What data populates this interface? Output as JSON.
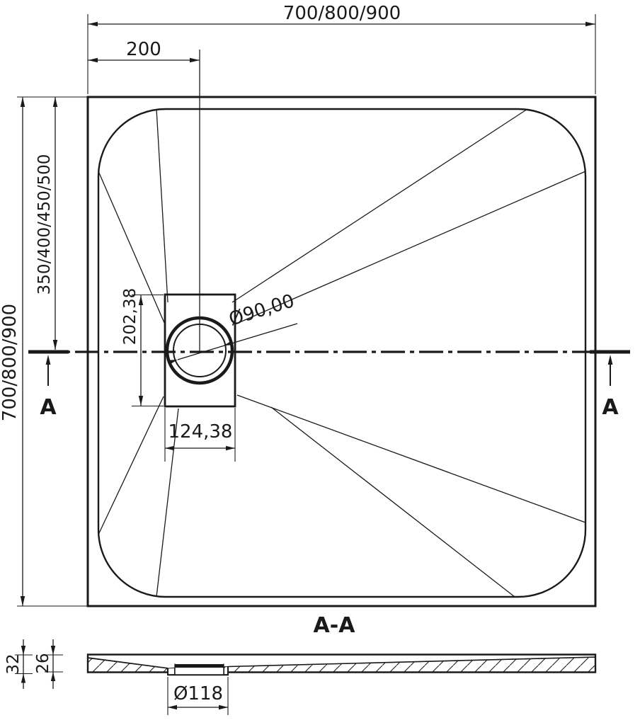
{
  "drawing": {
    "plan": {
      "dim_width_top": "700/800/900",
      "dim_drain_offset_x": "200",
      "dim_height_left": "700/800/900",
      "dim_drain_offset_y": "350/400/450/500",
      "dim_drain_box_height": "202,38",
      "dim_drain_box_width": "124,38",
      "dim_drain_diameter": "Ø90,00",
      "section_marker_left": "A",
      "section_marker_right": "A"
    },
    "section": {
      "title": "A-A",
      "dim_total_height": "32",
      "dim_base_height": "26",
      "dim_drain_recess_diameter": "Ø118"
    },
    "colors": {
      "ink": "#1a1a1a",
      "background": "#ffffff"
    }
  }
}
